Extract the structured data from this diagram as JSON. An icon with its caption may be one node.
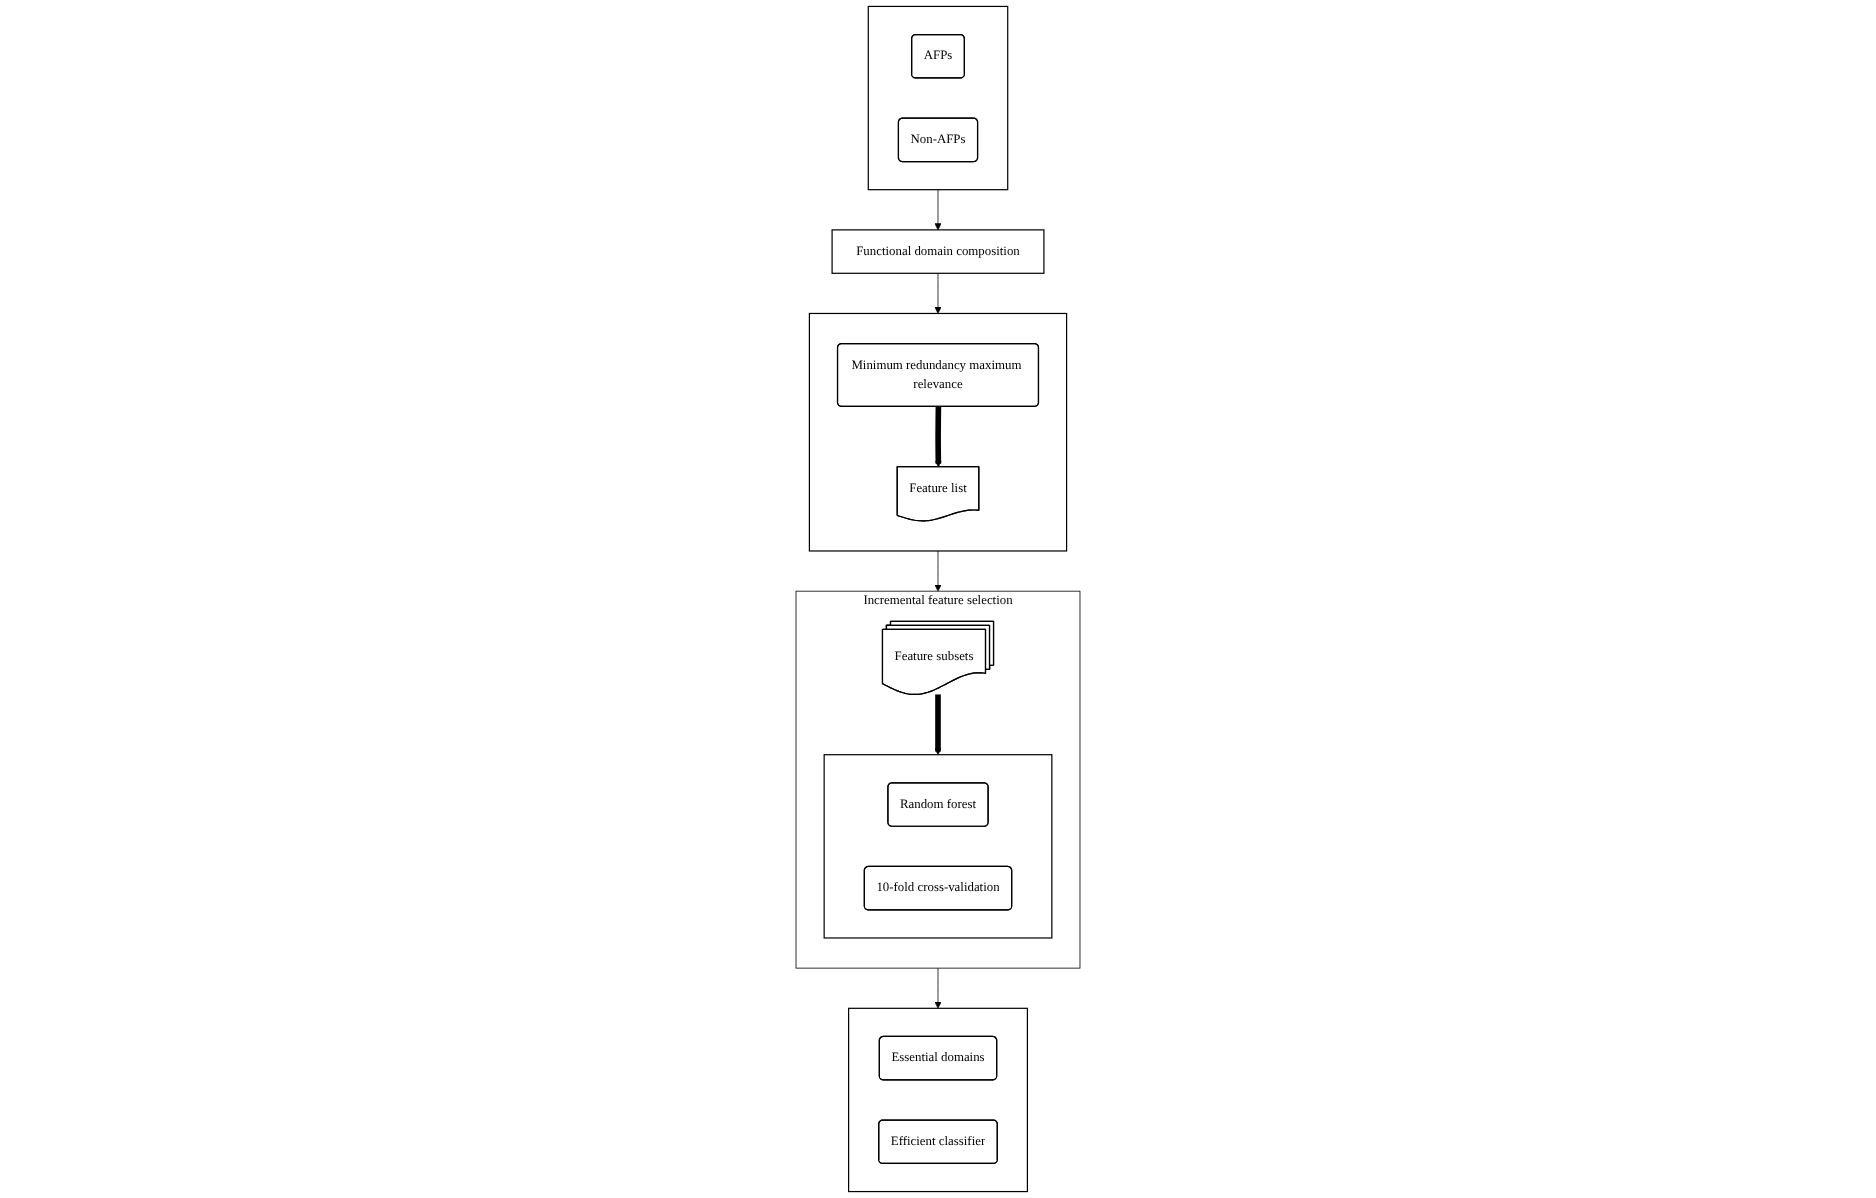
{
  "diagram": {
    "nodes": [
      {
        "text": [],
        "shape": "box"
      },
      {
        "text": [
          "AFPs"
        ],
        "in": 0
      },
      {
        "text": [
          "Non-AFPs"
        ],
        "in": 0
      },
      {
        "text": [
          "Functional domain composition"
        ]
      },
      {
        "text": [],
        "shape": "box"
      },
      {
        "text": [
          "Minimum redundancy maximum relevance"
        ],
        "in": 4
      },
      {
        "text": [
          "Feature list"
        ],
        "in": 4
      },
      {
        "text": [
          "Incremental feature selection"
        ]
      },
      {
        "text": [
          "Feature subsets"
        ],
        "in": 7
      },
      {
        "text": [],
        "shape": "box",
        "in": 7
      },
      {
        "text": [
          "Random forest"
        ],
        "in": 9
      },
      {
        "text": [
          "10-fold cross-validation"
        ],
        "in": 9
      },
      {
        "text": [],
        "shape": "box"
      },
      {
        "text": [
          "Essential domains"
        ],
        "in": 12
      },
      {
        "text": [
          "Efficient classifier"
        ],
        "in": 12
      }
    ],
    "edges": [
      {
        "from": 0,
        "to": 3,
        "arrow": "to"
      },
      {
        "from": 3,
        "to": 4,
        "arrow": "to"
      },
      {
        "from": 5,
        "to": 6,
        "arrow": "to",
        "style": "thick"
      },
      {
        "from": 4,
        "to": 7,
        "arrow": "to"
      },
      {
        "from": 8,
        "to": 9,
        "arrow": "to",
        "style": "thick"
      },
      {
        "from": 7,
        "to": 12,
        "arrow": "to"
      }
    ]
  }
}
